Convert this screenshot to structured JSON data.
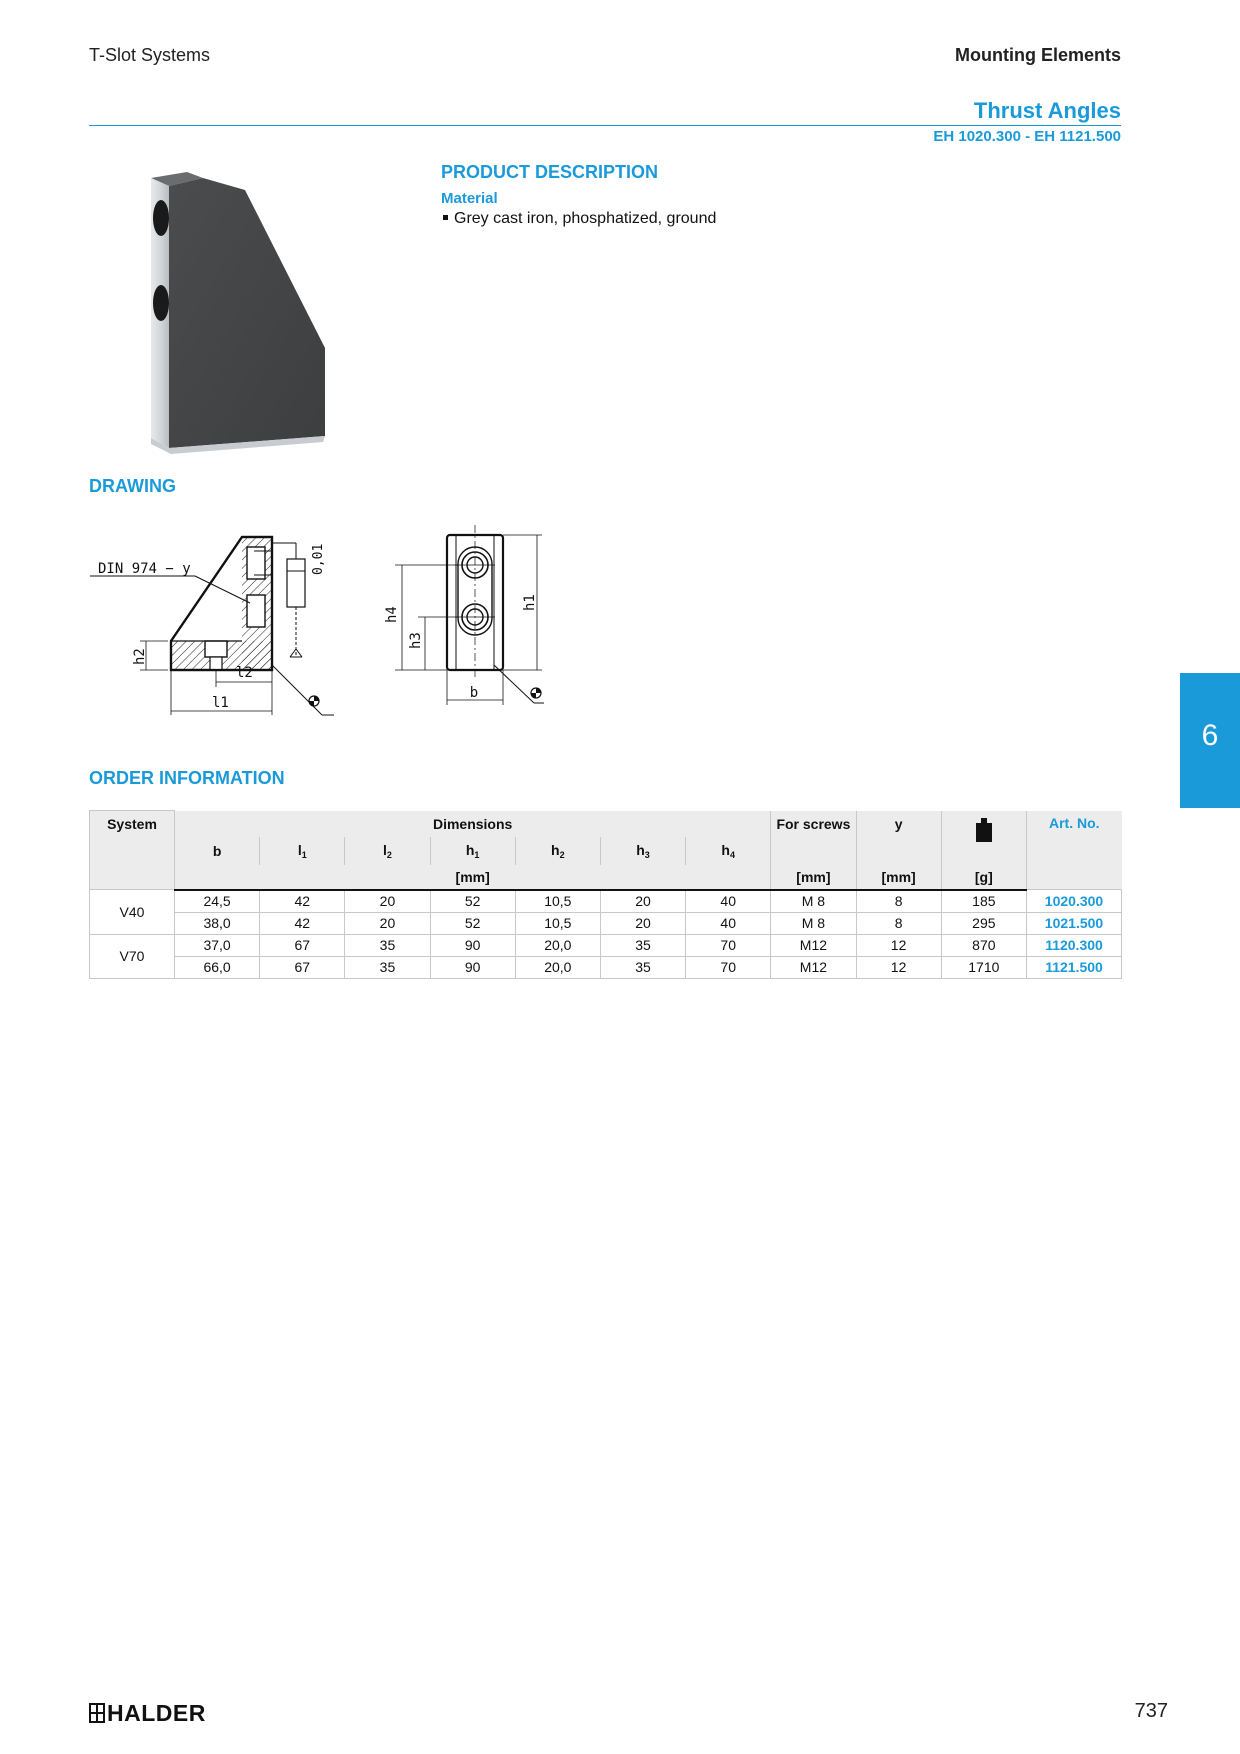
{
  "header": {
    "left": "T-Slot Systems",
    "right": "Mounting Elements",
    "title": "Thrust Angles",
    "subtitle": "EH 1020.300 - EH 1121.500"
  },
  "product_description": {
    "heading": "PRODUCT DESCRIPTION",
    "material_label": "Material",
    "material_item": "Grey cast iron, phosphatized, ground"
  },
  "drawing": {
    "heading": "DRAWING",
    "labels": {
      "din": "DIN 974 − y",
      "tolerance": "0,01",
      "h2": "h2",
      "l2": "l2",
      "l1": "l1",
      "h4": "h4",
      "h3": "h3",
      "h1": "h1",
      "b": "b"
    }
  },
  "order_information": {
    "heading": "ORDER INFORMATION",
    "headers": {
      "system": "System",
      "dimensions": "Dimensions",
      "for_screws": "For screws",
      "y": "y",
      "art_no": "Art. No.",
      "b": "b",
      "l1": "l",
      "l1_sub": "1",
      "l2": "l",
      "l2_sub": "2",
      "h1": "h",
      "h1_sub": "1",
      "h2": "h",
      "h2_sub": "2",
      "h3": "h",
      "h3_sub": "3",
      "h4": "h",
      "h4_sub": "4",
      "unit_mm": "[mm]",
      "unit_screws": "[mm]",
      "unit_y": "[mm]",
      "unit_g": "[g]",
      "weight_icon": "weight-icon"
    },
    "rows": [
      {
        "system": "V40",
        "b": "24,5",
        "l1": "42",
        "l2": "20",
        "h1": "52",
        "h2": "10,5",
        "h3": "20",
        "h4": "40",
        "screws": "M 8",
        "y": "8",
        "weight": "185",
        "art": "1020.300"
      },
      {
        "system": "V40",
        "b": "38,0",
        "l1": "42",
        "l2": "20",
        "h1": "52",
        "h2": "10,5",
        "h3": "20",
        "h4": "40",
        "screws": "M 8",
        "y": "8",
        "weight": "295",
        "art": "1021.500"
      },
      {
        "system": "V70",
        "b": "37,0",
        "l1": "67",
        "l2": "35",
        "h1": "90",
        "h2": "20,0",
        "h3": "35",
        "h4": "70",
        "screws": "M12",
        "y": "12",
        "weight": "870",
        "art": "1120.300"
      },
      {
        "system": "V70",
        "b": "66,0",
        "l1": "67",
        "l2": "35",
        "h1": "90",
        "h2": "20,0",
        "h3": "35",
        "h4": "70",
        "screws": "M12",
        "y": "12",
        "weight": "1710",
        "art": "1121.500"
      }
    ]
  },
  "side_tab": "6",
  "footer": {
    "logo": "HALDER",
    "page": "737"
  },
  "colors": {
    "accent": "#1a9ad9"
  }
}
